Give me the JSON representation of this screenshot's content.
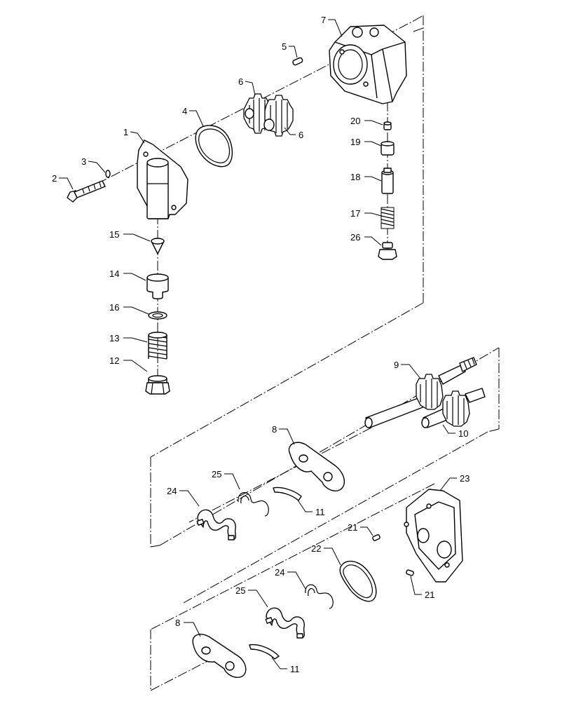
{
  "diagram": {
    "callouts": [
      {
        "id": "c7",
        "text": "7"
      },
      {
        "id": "c5",
        "text": "5"
      },
      {
        "id": "c6a",
        "text": "6"
      },
      {
        "id": "c6b",
        "text": "6"
      },
      {
        "id": "c4",
        "text": "4"
      },
      {
        "id": "c1",
        "text": "1"
      },
      {
        "id": "c3",
        "text": "3"
      },
      {
        "id": "c2",
        "text": "2"
      },
      {
        "id": "c20",
        "text": "20"
      },
      {
        "id": "c19",
        "text": "19"
      },
      {
        "id": "c18",
        "text": "18"
      },
      {
        "id": "c17",
        "text": "17"
      },
      {
        "id": "c26",
        "text": "26"
      },
      {
        "id": "c15",
        "text": "15"
      },
      {
        "id": "c14",
        "text": "14"
      },
      {
        "id": "c16",
        "text": "16"
      },
      {
        "id": "c13",
        "text": "13"
      },
      {
        "id": "c12",
        "text": "12"
      },
      {
        "id": "c9",
        "text": "9"
      },
      {
        "id": "c10",
        "text": "10"
      },
      {
        "id": "c8a",
        "text": "8"
      },
      {
        "id": "c25a",
        "text": "25"
      },
      {
        "id": "c24a",
        "text": "24"
      },
      {
        "id": "c11a",
        "text": "11"
      },
      {
        "id": "c23",
        "text": "23"
      },
      {
        "id": "c21a",
        "text": "21"
      },
      {
        "id": "c22",
        "text": "22"
      },
      {
        "id": "c21b",
        "text": "21"
      },
      {
        "id": "c24b",
        "text": "24"
      },
      {
        "id": "c25b",
        "text": "25"
      },
      {
        "id": "c8b",
        "text": "8"
      },
      {
        "id": "c11b",
        "text": "11"
      }
    ]
  }
}
